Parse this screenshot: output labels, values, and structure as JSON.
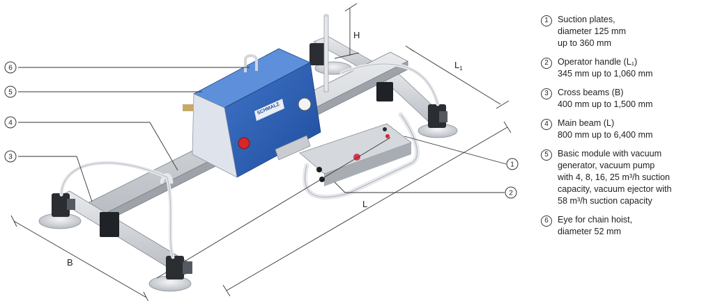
{
  "callouts": [
    "1",
    "2",
    "3",
    "4",
    "5",
    "6"
  ],
  "dimensions": {
    "h": "H",
    "l1": "L",
    "l1_sub": "1",
    "l": "L",
    "b": "B"
  },
  "brand": "SCHMALZ",
  "legend": [
    {
      "num": "1",
      "lines": [
        "Suction plates,",
        "diameter 125 mm",
        "up to 360 mm"
      ]
    },
    {
      "num": "2",
      "lines": [
        "Operator handle (L₁)",
        "345 mm up to 1,060 mm"
      ]
    },
    {
      "num": "3",
      "lines": [
        "Cross beams (B)",
        "400 mm up to 1,500 mm"
      ]
    },
    {
      "num": "4",
      "lines": [
        "Main beam (L)",
        "800 mm up to 6,400 mm"
      ]
    },
    {
      "num": "5",
      "lines": [
        "Basic module with vacuum",
        "generator, vacuum pump",
        "with 4, 8, 16, 25 m³/h suction",
        "capacity, vacuum ejector with",
        "58 m³/h suction capacity"
      ]
    },
    {
      "num": "6",
      "lines": [
        "Eye for chain hoist,",
        "diameter 52 mm"
      ]
    }
  ],
  "colors": {
    "module_blue": "#2f62b8",
    "beam_grey": "#c9ccd1",
    "button_red": "#d9262b",
    "hose_white": "#eef0f3"
  }
}
